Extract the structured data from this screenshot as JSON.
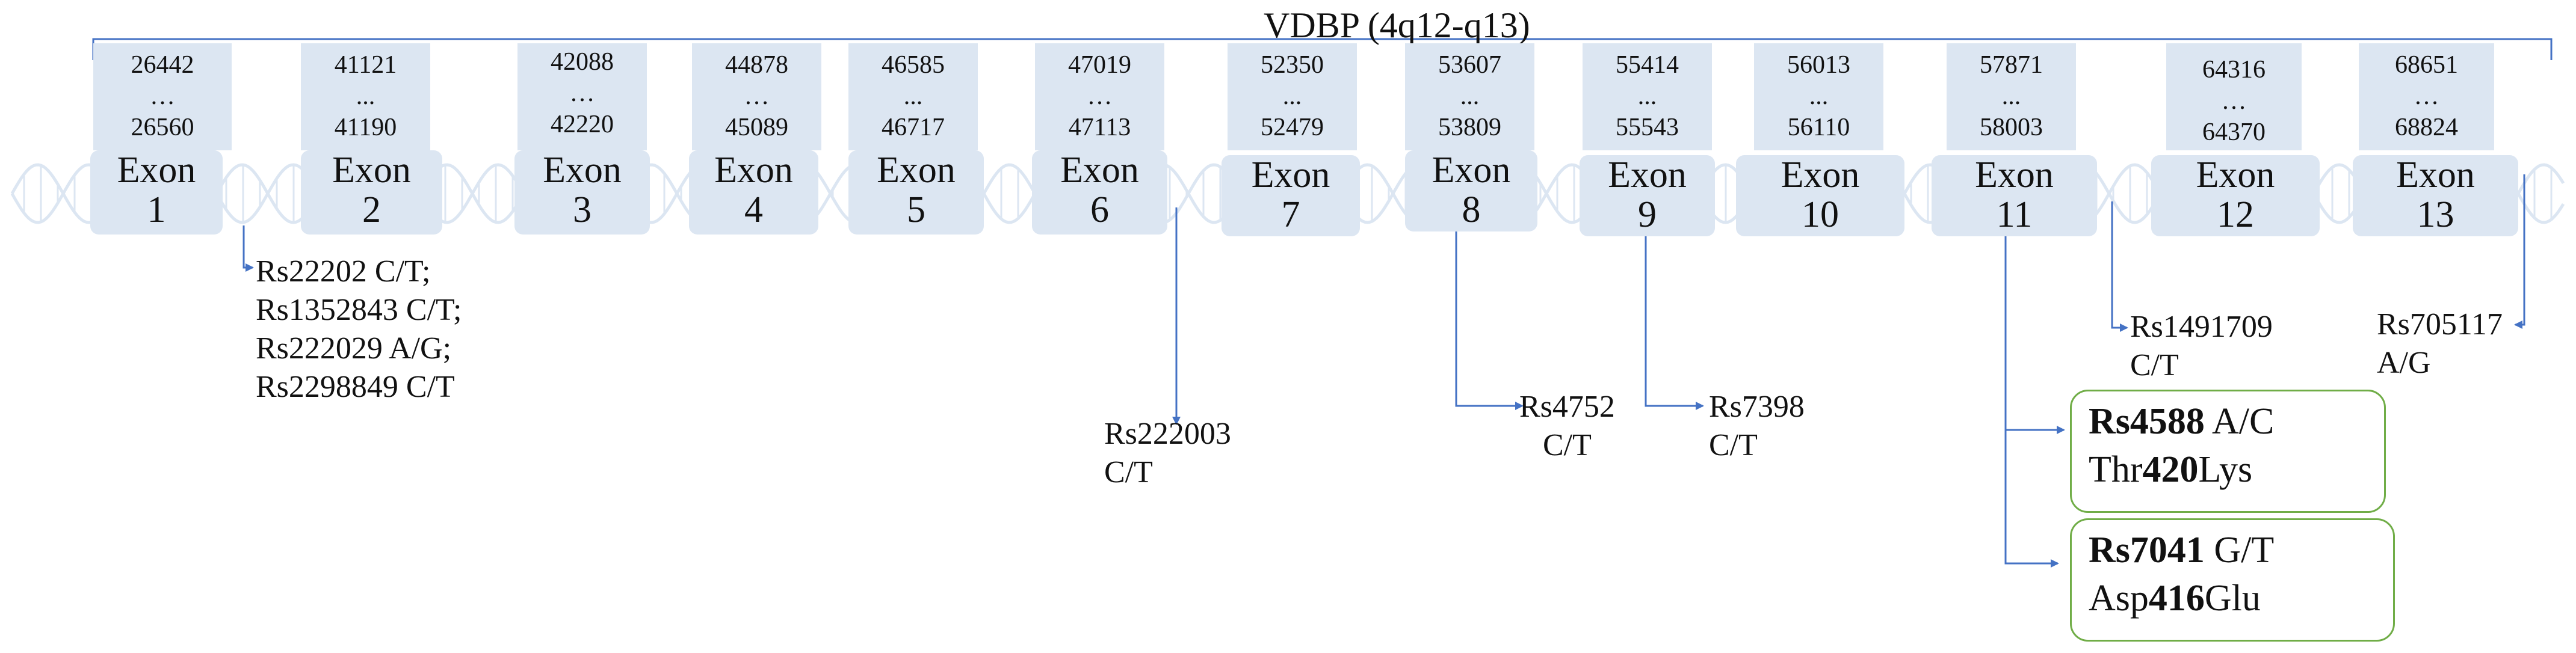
{
  "diagram": {
    "title": "VDBP (4q12-q13)",
    "exons": [
      {
        "label": "Exon",
        "number": "1",
        "start": "26442",
        "ellipsis": "…",
        "end": "26560"
      },
      {
        "label": "Exon",
        "number": "2",
        "start": "41121",
        "ellipsis": "...",
        "end": "41190"
      },
      {
        "label": "Exon",
        "number": "3",
        "start": "42088",
        "ellipsis": "…",
        "end": "42220"
      },
      {
        "label": "Exon",
        "number": "4",
        "start": "44878",
        "ellipsis": "…",
        "end": "45089"
      },
      {
        "label": "Exon",
        "number": "5",
        "start": "46585",
        "ellipsis": "...",
        "end": "46717"
      },
      {
        "label": "Exon",
        "number": "6",
        "start": "47019",
        "ellipsis": "…",
        "end": "47113"
      },
      {
        "label": "Exon",
        "number": "7",
        "start": "52350",
        "ellipsis": "...",
        "end": "52479"
      },
      {
        "label": "Exon",
        "number": "8",
        "start": "53607",
        "ellipsis": "...",
        "end": "53809"
      },
      {
        "label": "Exon",
        "number": "9",
        "start": "55414",
        "ellipsis": "...",
        "end": "55543"
      },
      {
        "label": "Exon",
        "number": "10",
        "start": "56013",
        "ellipsis": "...",
        "end": "56110"
      },
      {
        "label": "Exon",
        "number": "11",
        "start": "57871",
        "ellipsis": "...",
        "end": "58003"
      },
      {
        "label": "Exon",
        "number": "12",
        "start": "64316",
        "ellipsis": "…",
        "end": "64370"
      },
      {
        "label": "Exon",
        "number": "13",
        "start": "68651",
        "ellipsis": "…",
        "end": "68824"
      }
    ],
    "snps": {
      "exon2": [
        "Rs22202 C/T;",
        "Rs1352843 C/T;",
        "Rs222029 A/G;",
        "Rs2298849 C/T"
      ],
      "exon6": [
        "Rs222003",
        "C/T"
      ],
      "exon8": [
        "Rs4752",
        "C/T"
      ],
      "exon9": [
        "Rs7398",
        "C/T"
      ],
      "exon12": [
        "Rs1491709",
        "C/T"
      ],
      "exon13": [
        "Rs705117",
        "A/G"
      ]
    },
    "callouts": [
      {
        "rs_bold": "Rs4588",
        "allele": " A/C",
        "aa_pre": "Thr",
        "aa_bold": "420",
        "aa_post": "Lys"
      },
      {
        "rs_bold": "Rs7041",
        "allele": " G/T",
        "aa_pre": "Asp",
        "aa_bold": "416",
        "aa_post": "Glu"
      }
    ],
    "colors": {
      "exon_fill": "#dce6f2",
      "arrow": "#4472c4",
      "callout_border": "#70ad47",
      "dna_helix": "#dce6f2"
    }
  }
}
